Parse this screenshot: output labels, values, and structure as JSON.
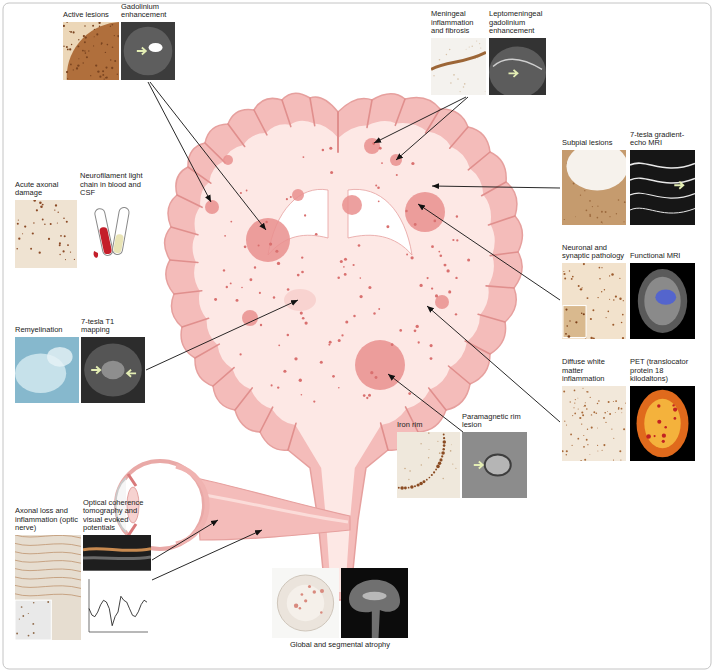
{
  "diagram": {
    "nodes": [
      {
        "text": [
          "Active lesions"
        ]
      },
      {
        "text": [
          "Gadolinium enhancement"
        ]
      },
      {
        "text": [
          "Meningeal inflammation and fibrosis"
        ]
      },
      {
        "text": [
          "Leptomeningeal gadolinium enhancement"
        ]
      },
      {
        "text": [
          "Subpial lesions"
        ]
      },
      {
        "text": [
          "7-tesla gradient-echo MRI"
        ]
      },
      {
        "text": [
          "Acute axonal damage"
        ]
      },
      {
        "text": [
          "Neurofilament light chain in blood and CSF"
        ]
      },
      {
        "text": [
          "Neuronal and synaptic pathology"
        ]
      },
      {
        "text": [
          "Functional MRI"
        ]
      },
      {
        "text": [
          "Remyelination"
        ]
      },
      {
        "text": [
          "7-tesla T1 mapping"
        ]
      },
      {
        "text": [
          "Diffuse white matter inflammation"
        ]
      },
      {
        "text": [
          "PET (translocator protein 18 kilodaltons)"
        ]
      },
      {
        "text": [
          "Iron rim"
        ]
      },
      {
        "text": [
          "Paramagnetic rim lesion"
        ]
      },
      {
        "text": [
          "Axonal loss and inflammation (optic nerve)"
        ]
      },
      {
        "text": [
          "Optical coherence tomography and visual evoked potentials"
        ]
      },
      {
        "text": [
          "Global and segmental atrophy"
        ]
      }
    ]
  }
}
